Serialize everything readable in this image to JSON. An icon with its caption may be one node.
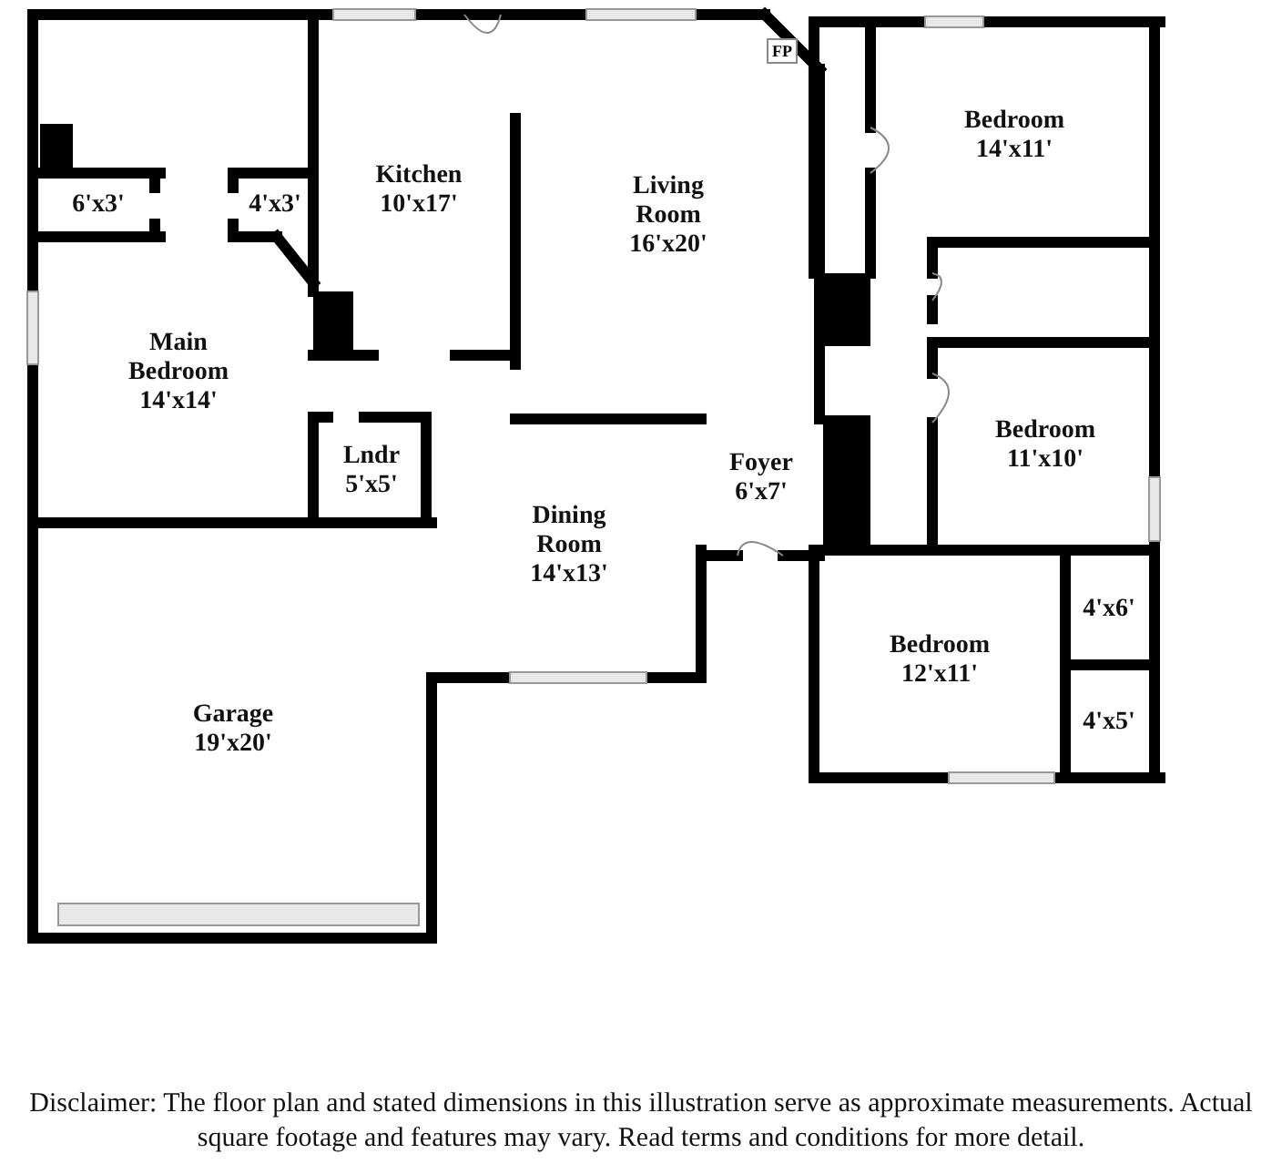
{
  "diagram": {
    "caption": "Disclaimer: The floor plan and stated dimensions in this illustration serve as approximate measurements. Actual square footage and features may vary. Read terms and conditions for more detail.",
    "nodes": [
      {
        "text": [
          "6'x3'"
        ]
      },
      {
        "text": [
          "4'x3'"
        ]
      },
      {
        "text": [
          "Kitchen",
          "10'x17'"
        ]
      },
      {
        "text": [
          "Living Room",
          "16'x20'"
        ]
      },
      {
        "text": [
          "FP"
        ],
        "in": 3
      },
      {
        "text": [
          "Bedroom",
          "14'x11'"
        ]
      },
      {
        "text": [
          "Main Bedroom",
          "14'x14'"
        ]
      },
      {
        "text": [
          "Bedroom",
          "11'x10'"
        ]
      },
      {
        "text": [
          "Lndr",
          "5'x5'"
        ]
      },
      {
        "text": [
          "Foyer",
          "6'x7'"
        ]
      },
      {
        "text": [
          "Dining Room",
          "14'x13'"
        ]
      },
      {
        "text": [
          "4'x6'"
        ]
      },
      {
        "text": [
          "Bedroom",
          "12'x11'"
        ]
      },
      {
        "text": [
          "4'x5'"
        ]
      },
      {
        "text": [
          "Garage",
          "19'x20'"
        ]
      }
    ]
  }
}
